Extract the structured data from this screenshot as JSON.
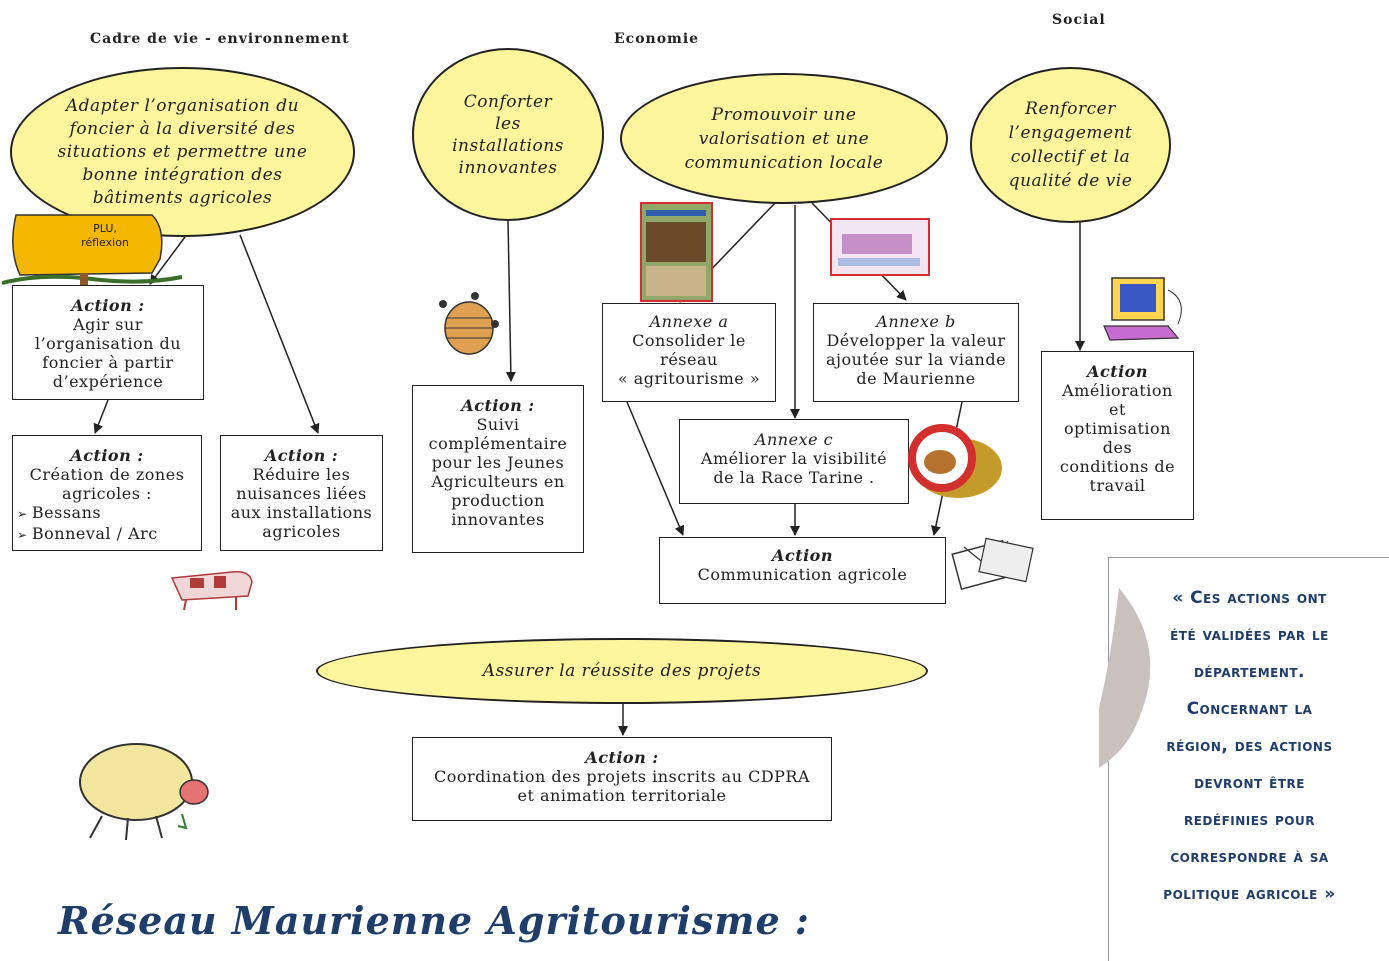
{
  "headings": {
    "env": "Cadre de vie - environnement",
    "eco": "Economie",
    "social": "Social"
  },
  "ellipses": {
    "foncier": "Adapter l’organisation du\nfoncier à la diversité des\nsituations et permettre une\nbonne intégration des\nbâtiments agricoles",
    "installations": "Conforter\nles\ninstallations\ninnovantes",
    "promouvoir": "Promouvoir une\nvalorisation et une\ncommunication locale",
    "renforcer": "Renforcer\nl’engagement\ncollectif et la\nqualité de vie",
    "reussite": "Assurer la réussite des projets"
  },
  "sign_label": "PLU,\nréflexion",
  "boxes": {
    "agir": {
      "head": "Action :",
      "body": "Agir sur\nl’organisation du\nfoncier à partir\nd’expérience"
    },
    "zones": {
      "head": "Action :",
      "body": "Création de zones\nagricoles :",
      "items": [
        "Bessans",
        "Bonneval / Arc"
      ]
    },
    "nuisances": {
      "head": "Action :",
      "body": "Réduire les\nnuisances liées\naux installations\nagricoles"
    },
    "suivi": {
      "head": "Action :",
      "body": "Suivi\ncomplémentaire\npour les Jeunes\nAgriculteurs en\nproduction\ninnovantes"
    },
    "annexe_a": {
      "head": "Annexe a",
      "body": "Consolider le\nréseau\n« agritourisme »"
    },
    "annexe_b": {
      "head": "Annexe b",
      "body": "Développer la valeur\najoutée sur la viande\nde Maurienne"
    },
    "annexe_c": {
      "head": "Annexe c",
      "body": "Améliorer la visibilité\nde la Race Tarine ."
    },
    "communication": {
      "head": "Action",
      "body": "Communication agricole"
    },
    "amelioration": {
      "head": "Action",
      "body": "Amélioration\net\noptimisation\ndes\nconditions de\ntravail"
    },
    "coordination": {
      "head": "Action  :",
      "body": "Coordination des projets inscrits au CDPRA\net animation territoriale"
    }
  },
  "note": "« Ces actions ont\nété validées par le\ndépartement.\nConcernant la\nrégion, des actions\ndevront être\nredéfinies pour\ncorrespondre à sa\npolitique agricole »",
  "bottom_title": "Réseau Maurienne Agritourisme :",
  "colors": {
    "ellipse_fill": "#fff59d",
    "note_text": "#1f3d6b",
    "sign": "#f5b800"
  }
}
